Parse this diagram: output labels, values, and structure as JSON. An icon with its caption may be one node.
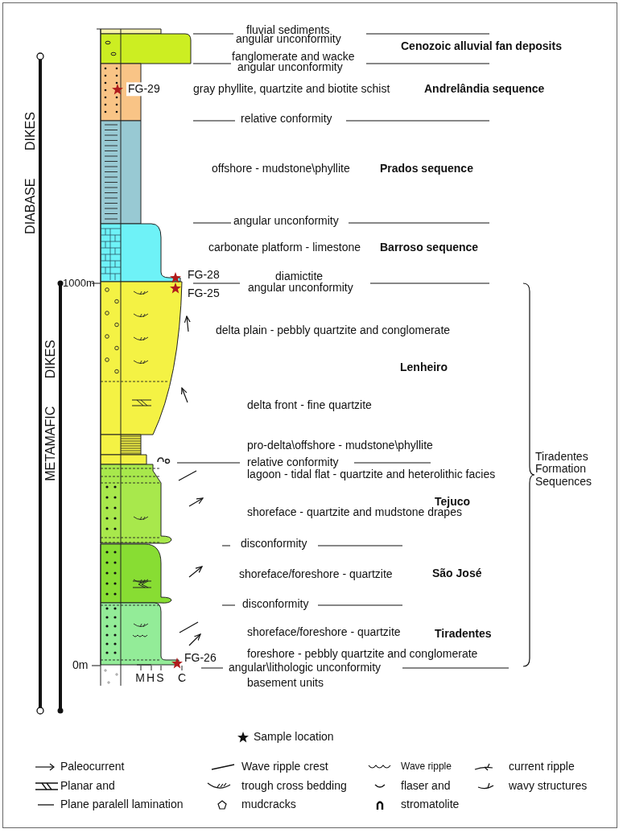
{
  "diagram": {
    "labels": [
      "fluvial sediments",
      "angular unconformity",
      "Cenozoic alluvial fan deposits",
      "fanglomerate and wacke",
      "angular unconformity",
      "FG-29",
      "gray phyllite, quartzite and biotite schist",
      "Andrelândia sequence",
      "relative conformity",
      "DIABASE DIKES",
      "offshore - mudstone\\phyllite",
      "Prados sequence",
      "angular unconformity",
      "carbonate platform - limestone",
      "Barroso sequence",
      "FG-28",
      "diamictite",
      "1000m",
      "angular unconformity",
      "FG-25",
      "delta plain - pebbly quartzite and conglomerate",
      "Lenheiro",
      "delta front - fine quartzite",
      "METAMAFIC DIKES",
      "pro-delta\\offshore - mudstone\\phyllite",
      "relative conformity",
      "lagoon - tidal flat - quartzite and heterolithic facies",
      "Tiradentes Formation Sequences",
      "Tejuco",
      "shoreface - quartzite and mudstone drapes",
      "disconformity",
      "shoreface/foreshore - quartzite",
      "São José",
      "disconformity",
      "shoreface/foreshore - quartzite",
      "Tiradentes",
      "FG-26",
      "foreshore - pebbly quartzite and conglomerate",
      "0m",
      "angular\\lithologic unconformity",
      "M",
      "H",
      "S",
      "C",
      "basement units"
    ],
    "legend": [
      {
        "text": "Sample location"
      },
      {
        "text": "Paleocurrent"
      },
      {
        "text": "Wave ripple crest"
      },
      {
        "text": "Wave ripple"
      },
      {
        "text": "current ripple"
      },
      {
        "text": "Planar and"
      },
      {
        "text": "trough cross bedding"
      },
      {
        "text": "flaser and"
      },
      {
        "text": "wavy structures"
      },
      {
        "text": "Plane paralell lamination"
      },
      {
        "text": "mudcracks"
      },
      {
        "text": "stromatolite"
      }
    ]
  }
}
